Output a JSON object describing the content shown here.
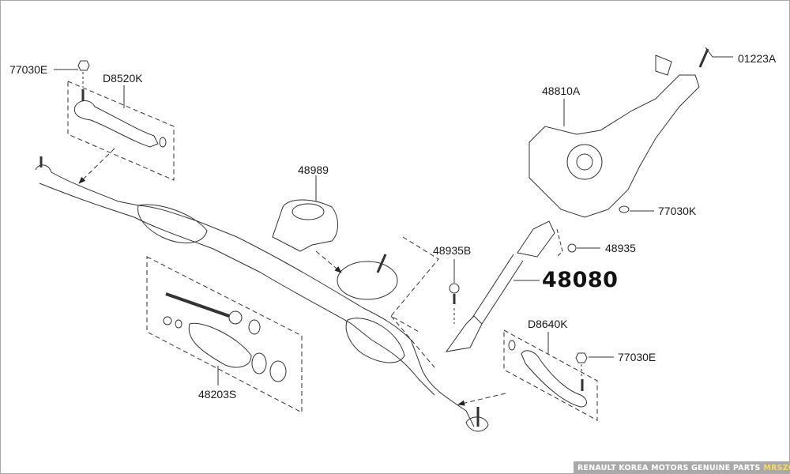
{
  "diagram": {
    "title": "Steering gear & column exploded parts diagram",
    "part_labels": {
      "nut_left": "77030E",
      "tie_rod_end_left": "D8520K",
      "screw_top": "01223A",
      "column_assembly": "48810A",
      "washer": "77030K",
      "cover": "48989",
      "bolt": "48935B",
      "bolt_small": "48935",
      "intermediate_shaft": "48080",
      "tie_rod_end_right": "D8640K",
      "nut_right": "77030E",
      "boot_kit": "48203S"
    }
  },
  "footer": {
    "text": "RENAULT KOREA MOTORS GENUINE PARTS",
    "brand": "MRSZONE"
  },
  "colors": {
    "line": "#333333",
    "footer_bg": "#a9a9a9",
    "footer_accent": "#f3d34a"
  }
}
